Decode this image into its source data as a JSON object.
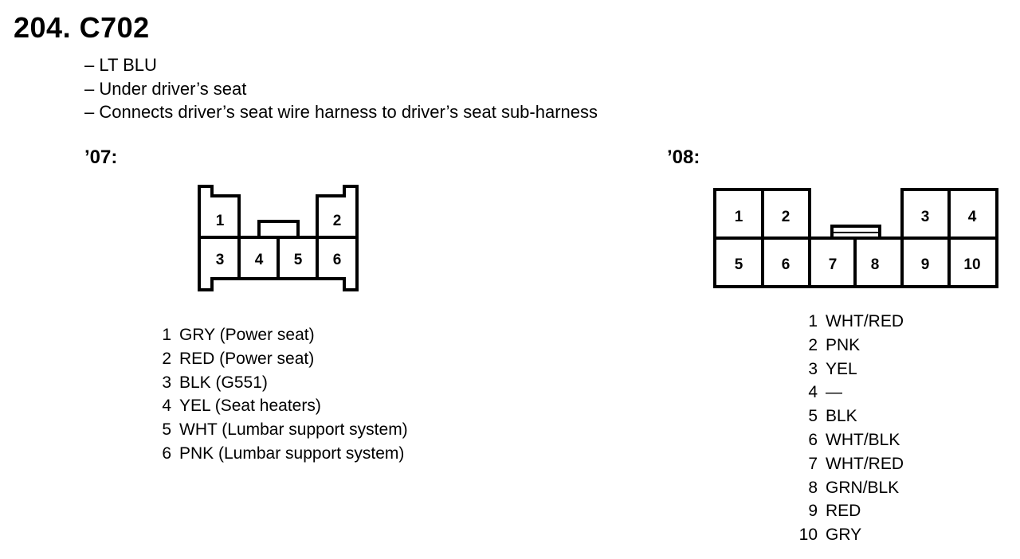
{
  "title": "204. C702",
  "description": [
    "– LT BLU",
    "– Under driver’s seat",
    "– Connects driver’s seat wire harness to driver’s seat sub-harness"
  ],
  "connector_07": {
    "label": "’07:",
    "cavities": [
      "1",
      "2",
      "3",
      "4",
      "5",
      "6"
    ],
    "pins": [
      {
        "num": "1",
        "desc": "GRY (Power seat)"
      },
      {
        "num": "2",
        "desc": "RED (Power seat)"
      },
      {
        "num": "3",
        "desc": "BLK (G551)"
      },
      {
        "num": "4",
        "desc": "YEL (Seat heaters)"
      },
      {
        "num": "5",
        "desc": "WHT (Lumbar support system)"
      },
      {
        "num": "6",
        "desc": "PNK (Lumbar support system)"
      }
    ]
  },
  "connector_08": {
    "label": "’08:",
    "cavities": [
      "1",
      "2",
      "3",
      "4",
      "5",
      "6",
      "7",
      "8",
      "9",
      "10"
    ],
    "pins": [
      {
        "num": "1",
        "desc": "WHT/RED"
      },
      {
        "num": "2",
        "desc": "PNK"
      },
      {
        "num": "3",
        "desc": "YEL"
      },
      {
        "num": "4",
        "desc": "—"
      },
      {
        "num": "5",
        "desc": "BLK"
      },
      {
        "num": "6",
        "desc": "WHT/BLK"
      },
      {
        "num": "7",
        "desc": "WHT/RED"
      },
      {
        "num": "8",
        "desc": "GRN/BLK"
      },
      {
        "num": "9",
        "desc": "RED"
      },
      {
        "num": "10",
        "desc": "GRY"
      }
    ]
  }
}
